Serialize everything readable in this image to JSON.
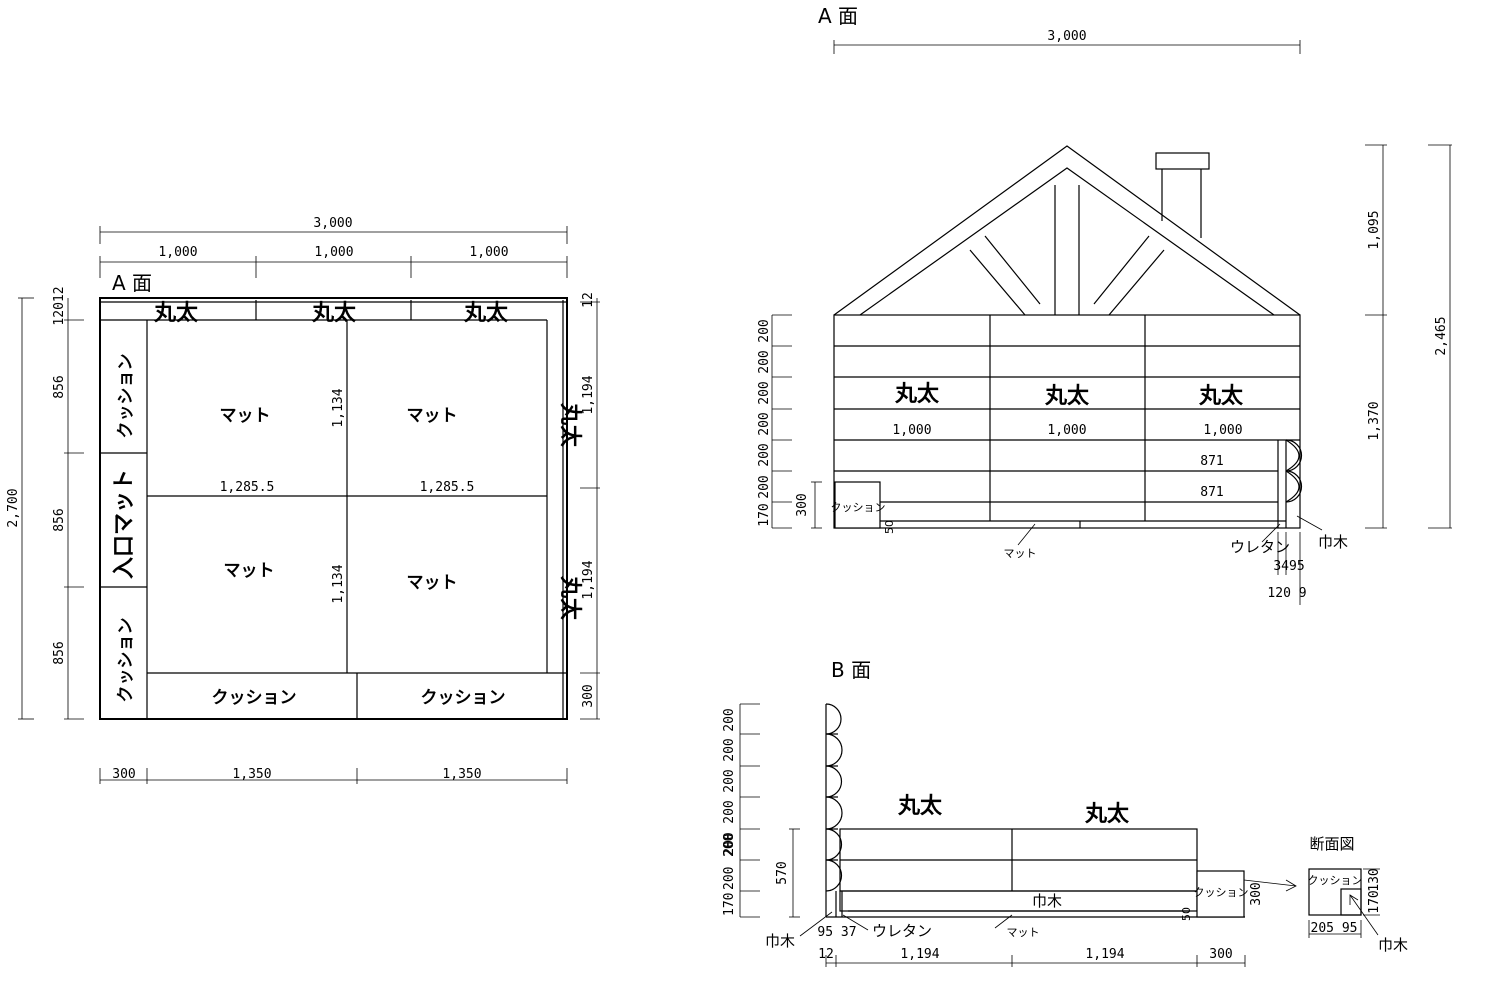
{
  "plan": {
    "title": "A 面",
    "dim_total": "3,000",
    "dim_thirds": [
      "1,000",
      "1,000",
      "1,000"
    ],
    "dim_bottom": [
      "300",
      "1,350",
      "1,350"
    ],
    "dim_left_total": "2,700",
    "dim_left_top": "12012",
    "dim_left_parts": [
      "856",
      "856",
      "856"
    ],
    "dim_right": [
      "12",
      "1,194",
      "1,194",
      "300"
    ],
    "log": "丸太",
    "cushion": "クッション",
    "entrance_mat": "入口マット",
    "mat": "マット",
    "mat_w": "1,285.5",
    "mat_h": "1,134"
  },
  "elev_a": {
    "title": "A 面",
    "dim_total": "3,000",
    "dim_right": [
      "1,095",
      "1,370"
    ],
    "dim_right_total": "2,465",
    "log_heights": [
      "200",
      "200",
      "200",
      "200",
      "200",
      "200",
      "170"
    ],
    "cushion_h": "300",
    "log": "丸太",
    "log_len": "1,000",
    "log_short": "871",
    "cushion": "クッション",
    "mat": "マット",
    "urethane": "ウレタン",
    "baseboard": "巾木",
    "dim_50": "50",
    "dim_3495": "3495",
    "dim_1209": "120 9"
  },
  "elev_b": {
    "title": "B 面",
    "log_heights": [
      "200",
      "200",
      "200",
      "200",
      "200",
      "200",
      "200",
      "170"
    ],
    "dim_570": "570",
    "log": "丸太",
    "baseboard": "巾木",
    "urethane": "ウレタン",
    "mat": "マット",
    "cushion": "クッション",
    "dim_300": "300",
    "dim_50": "50",
    "dim_95_37": "95 37",
    "dim_bottom": [
      "12",
      "1,194",
      "1,194",
      "300"
    ]
  },
  "section": {
    "title": "断面図",
    "cushion": "クッション",
    "dim_130": "130",
    "dim_170": "170",
    "dim_205_95": "205 95",
    "baseboard": "巾木"
  }
}
